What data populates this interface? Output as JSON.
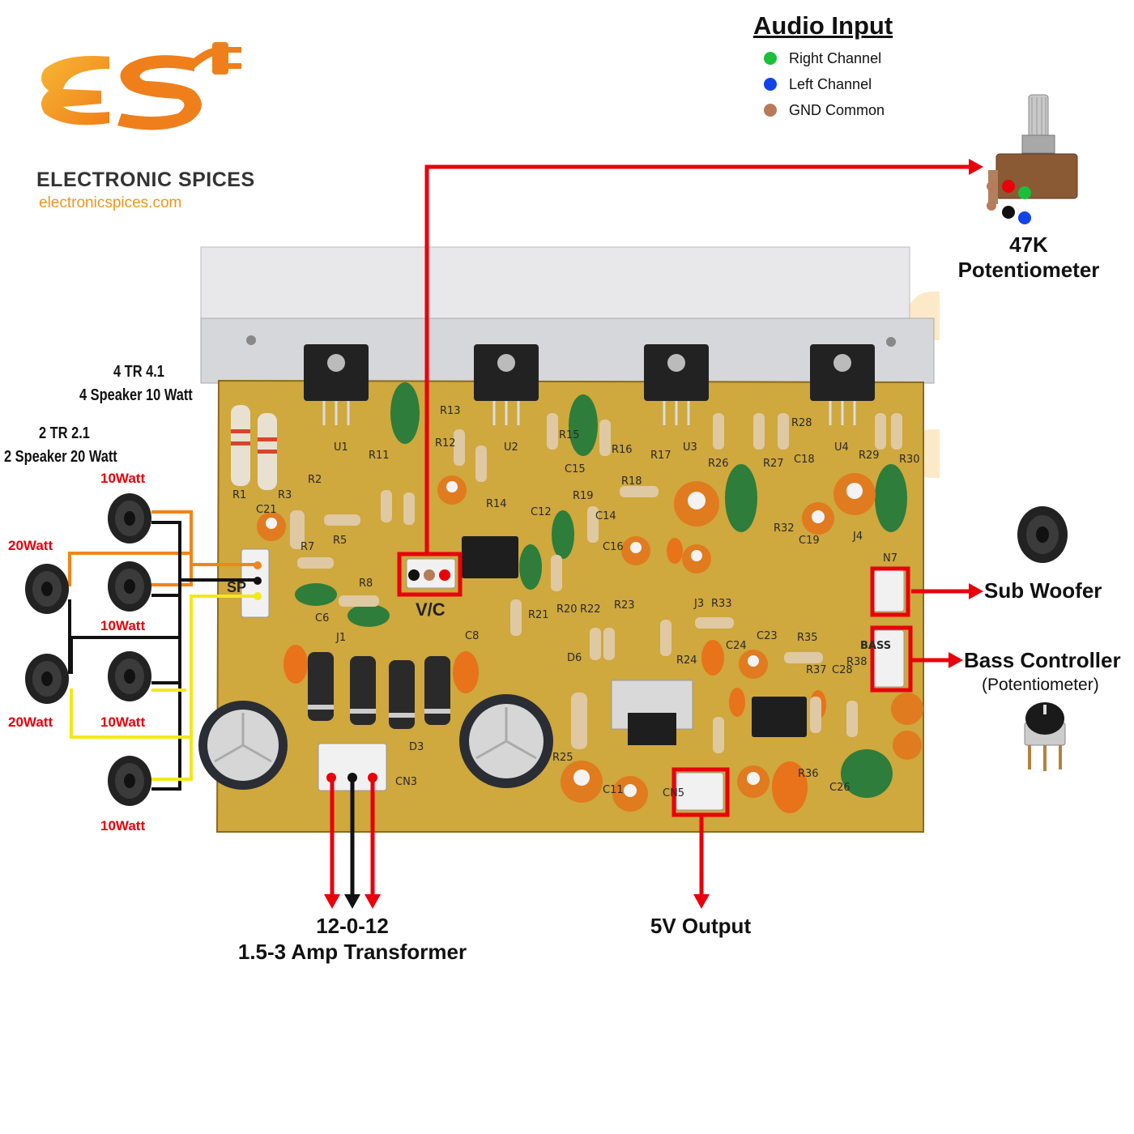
{
  "brand": {
    "name": "ELECTRONIC SPICES",
    "url": "electronicspices.com",
    "logo_colors": [
      "#f7a21b",
      "#e8771c",
      "#7a2a8e"
    ]
  },
  "audio_input": {
    "title": "Audio Input",
    "items": [
      {
        "label": "Right Channel",
        "color": "#1bbf3a"
      },
      {
        "label": "Left Channel",
        "color": "#1245e6"
      },
      {
        "label": "GND Common",
        "color": "#b77b5a"
      }
    ]
  },
  "potentiometer": {
    "line1": "47K",
    "line2": "Potentiometer"
  },
  "configs": {
    "four_tr": {
      "line1": "4 TR 4.1",
      "line2": "4 Speaker 10 Watt"
    },
    "two_tr": {
      "line1": "2 TR 2.1",
      "line2": "2 Speaker 20 Watt"
    }
  },
  "speakers": {
    "w10_top": "10Watt",
    "w20_top": "20Watt",
    "w10_mid": "10Watt",
    "w20_bottom": "20Watt",
    "w10_bottom": "10Watt",
    "w10_last": "10Watt"
  },
  "board": {
    "vc_label": "V/C",
    "sp_label": "SP",
    "silk": [
      "U1",
      "U2",
      "U3",
      "U4",
      "R1",
      "R2",
      "R3",
      "R5",
      "R7",
      "R8",
      "R11",
      "R12",
      "R13",
      "R14",
      "R15",
      "R16",
      "R17",
      "R18",
      "R19",
      "R20",
      "R21",
      "R22",
      "R23",
      "R24",
      "R25",
      "R26",
      "R27",
      "R28",
      "R29",
      "R30",
      "R32",
      "R33",
      "R35",
      "R36",
      "R37",
      "R38",
      "C6",
      "C8",
      "C11",
      "C12",
      "C14",
      "C15",
      "C16",
      "C18",
      "C19",
      "C21",
      "C23",
      "C24",
      "C26",
      "C28",
      "J1",
      "J3",
      "J4",
      "N7",
      "CN5",
      "CN3",
      "D3",
      "D6",
      "BASS"
    ]
  },
  "outputs": {
    "sub_woofer": "Sub Woofer",
    "bass_line1": "Bass Controller",
    "bass_line2": "(Potentiometer)",
    "transformer_line1": "12-0-12",
    "transformer_line2": "1.5-3 Amp Transformer",
    "five_v": "5V Output"
  },
  "colors": {
    "highlight": "#e8000b",
    "wire_orange": "#f0851a",
    "wire_yellow": "#f2e81a",
    "pcb": "#cfa83e"
  }
}
